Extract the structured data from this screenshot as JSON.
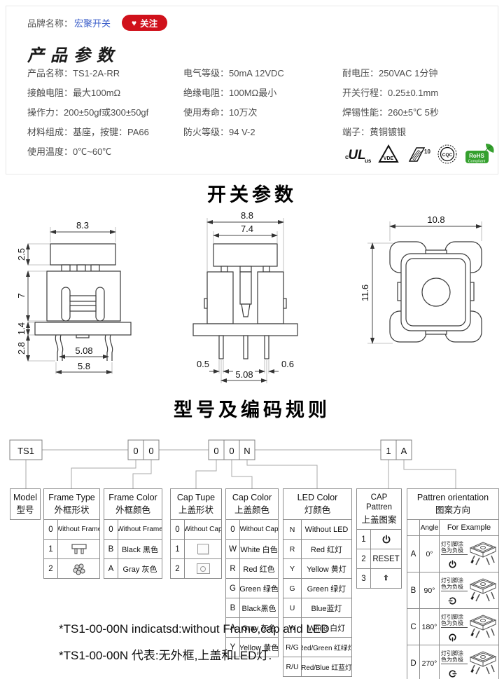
{
  "brand_bar": {
    "label": "品牌名称：",
    "brand": "宏聚开关",
    "follow_heart": "♥",
    "follow_label": "关注"
  },
  "product_params": {
    "title": "产品参数",
    "items": [
      {
        "label": "产品名称：",
        "value": "TS1-2A-RR"
      },
      {
        "label": "电气等级：",
        "value": "50mA  12VDC"
      },
      {
        "label": "耐电压：",
        "value": "250VAC  1分钟"
      },
      {
        "label": "接触电阻：",
        "value": "最大100mΩ"
      },
      {
        "label": "绝缘电阻：",
        "value": "100MΩ最小"
      },
      {
        "label": "开关行程：",
        "value": "0.25±0.1mm"
      },
      {
        "label": "操作力：",
        "value": "200±50gf或300±50gf"
      },
      {
        "label": "使用寿命：",
        "value": "10万次"
      },
      {
        "label": "焊锡性能：",
        "value": "260±5℃  5秒"
      },
      {
        "label": "材料组成：",
        "value": "基座，按键：PA66"
      },
      {
        "label": "防火等级：",
        "value": "94 V-2"
      },
      {
        "label": "端子：",
        "value": "黄铜镀银"
      },
      {
        "label": "使用温度：",
        "value": "0℃~60℃"
      }
    ],
    "certs": {
      "ul_c": "c",
      "ul": "UL",
      "ul_us": "us",
      "vde": "VDE",
      "mark10": "10",
      "cqc": "CQC",
      "rohs": "RoHS",
      "rohs_sub": "Compliant"
    }
  },
  "switch_params": {
    "title": "开关参数",
    "front": {
      "width": "8.3",
      "cap_h": "2.5",
      "body_h": "7",
      "base_h": "1.4",
      "pin_h": "2.8",
      "pitch": "5.08",
      "span": "5.8"
    },
    "side": {
      "width": "8.8",
      "cap_w": "7.4",
      "pin_w": "0.5",
      "pin_w2": "0.6",
      "pitch": "5.08"
    },
    "top": {
      "width": "10.8",
      "height": "11.6"
    }
  },
  "coding": {
    "title": "型号及编码规则",
    "model": "TS1",
    "seg2": [
      "0",
      "0"
    ],
    "seg3": [
      "0",
      "0",
      "N"
    ],
    "seg4": [
      "1",
      "A"
    ]
  },
  "tables": {
    "model": {
      "en": "Model",
      "cn": "型号"
    },
    "frame_type": {
      "en": "Frame Type",
      "cn": "外框形状",
      "rows": [
        {
          "code": "0",
          "text": "Without Frame"
        },
        {
          "code": "1",
          "text": ""
        },
        {
          "code": "2",
          "text": ""
        }
      ]
    },
    "frame_color": {
      "en": "Frame Color",
      "cn": "外框颜色",
      "rows": [
        {
          "code": "0",
          "text": "Without Frame"
        },
        {
          "code": "B",
          "text": "Black 黑色"
        },
        {
          "code": "A",
          "text": "Gray 灰色"
        }
      ]
    },
    "cap_type": {
      "en": "Cap Tupe",
      "cn": "上盖形状",
      "rows": [
        {
          "code": "0",
          "text": "Without Cap"
        },
        {
          "code": "1",
          "text": ""
        },
        {
          "code": "2",
          "text": ""
        }
      ]
    },
    "cap_color": {
      "en": "Cap Color",
      "cn": "上盖颜色",
      "rows": [
        {
          "code": "0",
          "text": "Without Cap"
        },
        {
          "code": "W",
          "text": "White 白色"
        },
        {
          "code": "R",
          "text": "Red 红色"
        },
        {
          "code": "G",
          "text": "Green 绿色"
        },
        {
          "code": "B",
          "text": "Black黑色"
        },
        {
          "code": "A",
          "text": "Gray 灰色"
        },
        {
          "code": "Y",
          "text": "Yellow 黄色"
        }
      ]
    },
    "led_color": {
      "en": "LED Color",
      "cn": "灯颜色",
      "rows": [
        {
          "code": "N",
          "text": "Without LED"
        },
        {
          "code": "R",
          "text": "Red 红灯"
        },
        {
          "code": "Y",
          "text": "Yellow 黄灯"
        },
        {
          "code": "G",
          "text": "Green 绿灯"
        },
        {
          "code": "U",
          "text": "Blue蓝灯"
        },
        {
          "code": "W",
          "text": "White 白灯"
        },
        {
          "code": "R/G",
          "text": "Red/Green 红绿灯"
        },
        {
          "code": "R/U",
          "text": "Red/Blue 红蓝灯"
        }
      ]
    },
    "cap_pattern": {
      "en": "CAP Pattren",
      "cn": "上盖图案",
      "rows": [
        {
          "code": "1",
          "text": ""
        },
        {
          "code": "2",
          "text": "RESET"
        },
        {
          "code": "3",
          "text": "⇧"
        }
      ]
    },
    "orientation": {
      "en": "Pattren orientation",
      "cn": "图案方向",
      "angle_col": "Angle",
      "example_col": "For Example",
      "note": "灯引脚涂色为负极",
      "rows": [
        {
          "code": "A",
          "angle": "0°"
        },
        {
          "code": "B",
          "angle": "90°"
        },
        {
          "code": "C",
          "angle": "180°"
        },
        {
          "code": "D",
          "angle": "270°"
        }
      ]
    }
  },
  "footnotes": [
    "*TS1-00-00N indicatsd:without Frame,cap and LED",
    "*TS1-00-00N 代表:无外框,上盖和LED灯."
  ]
}
